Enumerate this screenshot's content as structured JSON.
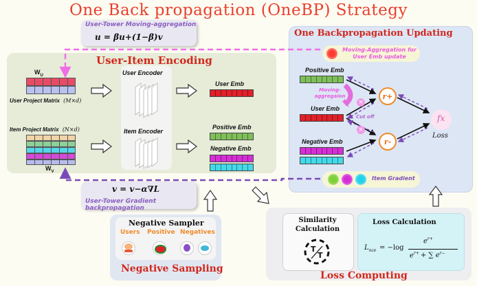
{
  "title": "One Back propagation (OneBP) Strategy",
  "top_formula": {
    "caption": "User-Tower Moving-aggregation",
    "equation": "u = βu+(1−β)v"
  },
  "bottom_formula": {
    "equation": "v = v−α∇L",
    "caption": "User-Tower Gradient backpropagation"
  },
  "encoding": {
    "title": "User-Item Encoding",
    "wu": "W",
    "wu_sub": "U",
    "wv": "W",
    "wv_sub": "V",
    "user_matrix_label": "User Project Matrix",
    "user_matrix_dim": "(M×d)",
    "item_matrix_label": "Item Project Matrix",
    "item_matrix_dim": "(N×d)",
    "user_encoder": "User Encoder",
    "item_encoder": "Item Encoder",
    "user_emb": "User Emb",
    "positive_emb": "Positive Emb",
    "negative_emb": "Negative Emb"
  },
  "update": {
    "title": "One Backpropagation Updating",
    "moving_legend": "Moving-Aggregation for User Emb update",
    "positive_emb": "Positive Emb",
    "moving_agg": "Moving-aggregaion",
    "user_emb": "User Emb",
    "cut_off": "Cut off",
    "negative_emb": "Negative Emb",
    "r_plus": "r+",
    "r_minus": "r-",
    "fx": "fx",
    "loss": "Loss",
    "item_gradient": "Item Gradient"
  },
  "negative_sampling": {
    "title": "Negative Sampling",
    "sampler": "Negative Sampler",
    "users": "Users",
    "positive": "Positive",
    "negatives": "Negatives"
  },
  "loss_computing": {
    "title": "Loss Computing",
    "similarity": "Similarity Calculation",
    "loss_calc": "Loss Calculation",
    "formula_lhs": "L",
    "formula_sub": "nce",
    "formula_rhs": "= −log",
    "numerator": "e",
    "numerator_sup": "r+",
    "denominator": "e",
    "denominator_sup": "r+",
    "plus_sum": "+ ∑ e",
    "sum_sup": "r−"
  },
  "colors": {
    "title_red": "#e8402c",
    "user_red": "#e0202a",
    "positive_green": "#7fbf5a",
    "negative_magenta": "#d62fd6",
    "item_cyan": "#43d9ea",
    "node_orange": "#f08a2a",
    "moving_pink": "#ef6ee6",
    "gradient_purple": "#7a4bb8"
  }
}
